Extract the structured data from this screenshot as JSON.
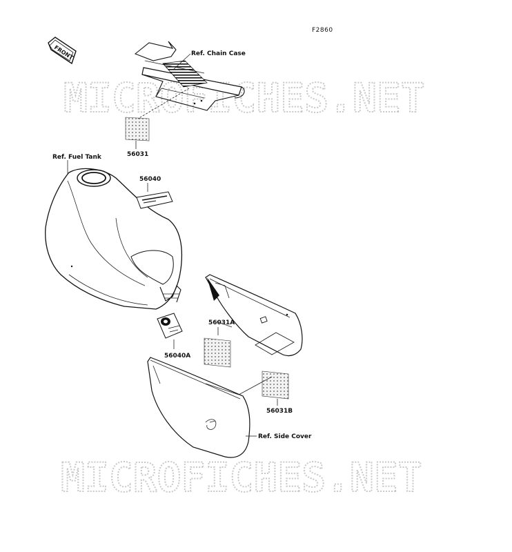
{
  "figure_code": "F2860",
  "front_arrow": "FRONT",
  "watermark": "MICROFICHES.NET",
  "labels": {
    "chain_case": "Ref. Chain Case",
    "fuel_tank": "Ref. Fuel Tank",
    "side_cover": "Ref. Side Cover"
  },
  "parts": {
    "p56031": "56031",
    "p56040": "56040",
    "p56040A": "56040A",
    "p56031A": "56031A",
    "p56031B": "56031B"
  }
}
